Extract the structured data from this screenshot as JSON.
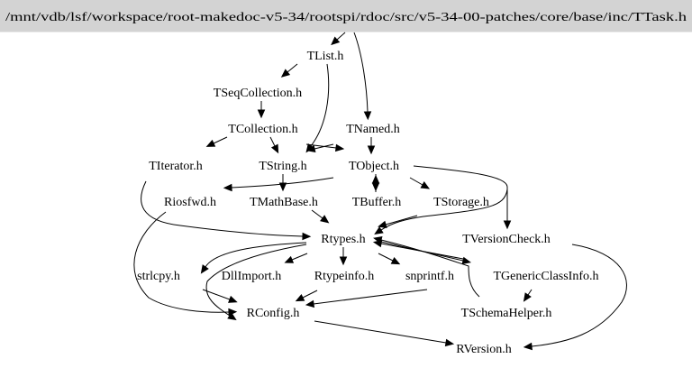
{
  "root": {
    "id": "root",
    "label": "/mnt/vdb/lsf/workspace/root-makedoc-v5-34/rootspi/rdoc/src/v5-34-00-patches/core/base/inc/TTask.h"
  },
  "nodes": [
    {
      "id": "TList",
      "label": "TList.h"
    },
    {
      "id": "TSeqCollection",
      "label": "TSeqCollection.h"
    },
    {
      "id": "TCollection",
      "label": "TCollection.h"
    },
    {
      "id": "TNamed",
      "label": "TNamed.h"
    },
    {
      "id": "TIterator",
      "label": "TIterator.h"
    },
    {
      "id": "TString",
      "label": "TString.h"
    },
    {
      "id": "TObject",
      "label": "TObject.h"
    },
    {
      "id": "Riosfwd",
      "label": "Riosfwd.h"
    },
    {
      "id": "TMathBase",
      "label": "TMathBase.h"
    },
    {
      "id": "TBuffer",
      "label": "TBuffer.h"
    },
    {
      "id": "TStorage",
      "label": "TStorage.h"
    },
    {
      "id": "Rtypes",
      "label": "Rtypes.h"
    },
    {
      "id": "TVersionCheck",
      "label": "TVersionCheck.h"
    },
    {
      "id": "strlcpy",
      "label": "strlcpy.h"
    },
    {
      "id": "DllImport",
      "label": "DllImport.h"
    },
    {
      "id": "Rtypeinfo",
      "label": "Rtypeinfo.h"
    },
    {
      "id": "snprintf",
      "label": "snprintf.h"
    },
    {
      "id": "TGenericClassInfo",
      "label": "TGenericClassInfo.h"
    },
    {
      "id": "RConfig",
      "label": "RConfig.h"
    },
    {
      "id": "TSchemaHelper",
      "label": "TSchemaHelper.h"
    },
    {
      "id": "RVersion",
      "label": "RVersion.h"
    }
  ],
  "edges": [
    {
      "from": "root",
      "to": "TList"
    },
    {
      "from": "root",
      "to": "TNamed"
    },
    {
      "from": "TList",
      "to": "TSeqCollection"
    },
    {
      "from": "TList",
      "to": "TString"
    },
    {
      "from": "TSeqCollection",
      "to": "TCollection"
    },
    {
      "from": "TCollection",
      "to": "TIterator"
    },
    {
      "from": "TCollection",
      "to": "TString"
    },
    {
      "from": "TCollection",
      "to": "TObject"
    },
    {
      "from": "TNamed",
      "to": "TString"
    },
    {
      "from": "TNamed",
      "to": "TObject"
    },
    {
      "from": "TIterator",
      "to": "Rtypes"
    },
    {
      "from": "TString",
      "to": "TMathBase"
    },
    {
      "from": "TObject",
      "to": "Riosfwd"
    },
    {
      "from": "TObject",
      "to": "TBuffer"
    },
    {
      "from": "TObject",
      "to": "TStorage"
    },
    {
      "from": "TObject",
      "to": "TVersionCheck"
    },
    {
      "from": "TObject",
      "to": "Rtypes"
    },
    {
      "from": "TMathBase",
      "to": "Rtypes"
    },
    {
      "from": "TBuffer",
      "to": "TObject"
    },
    {
      "from": "TStorage",
      "to": "Rtypes"
    },
    {
      "from": "Riosfwd",
      "to": "RConfig"
    },
    {
      "from": "TVersionCheck",
      "to": "RVersion"
    },
    {
      "from": "Rtypes",
      "to": "strlcpy"
    },
    {
      "from": "Rtypes",
      "to": "RConfig"
    },
    {
      "from": "Rtypes",
      "to": "DllImport"
    },
    {
      "from": "Rtypes",
      "to": "Rtypeinfo"
    },
    {
      "from": "Rtypes",
      "to": "snprintf"
    },
    {
      "from": "Rtypes",
      "to": "TGenericClassInfo"
    },
    {
      "from": "TGenericClassInfo",
      "to": "Rtypes"
    },
    {
      "from": "TGenericClassInfo",
      "to": "TSchemaHelper"
    },
    {
      "from": "TSchemaHelper",
      "to": "Rtypes"
    },
    {
      "from": "strlcpy",
      "to": "RConfig"
    },
    {
      "from": "Rtypeinfo",
      "to": "RConfig"
    },
    {
      "from": "snprintf",
      "to": "RConfig"
    },
    {
      "from": "RConfig",
      "to": "RVersion"
    }
  ]
}
